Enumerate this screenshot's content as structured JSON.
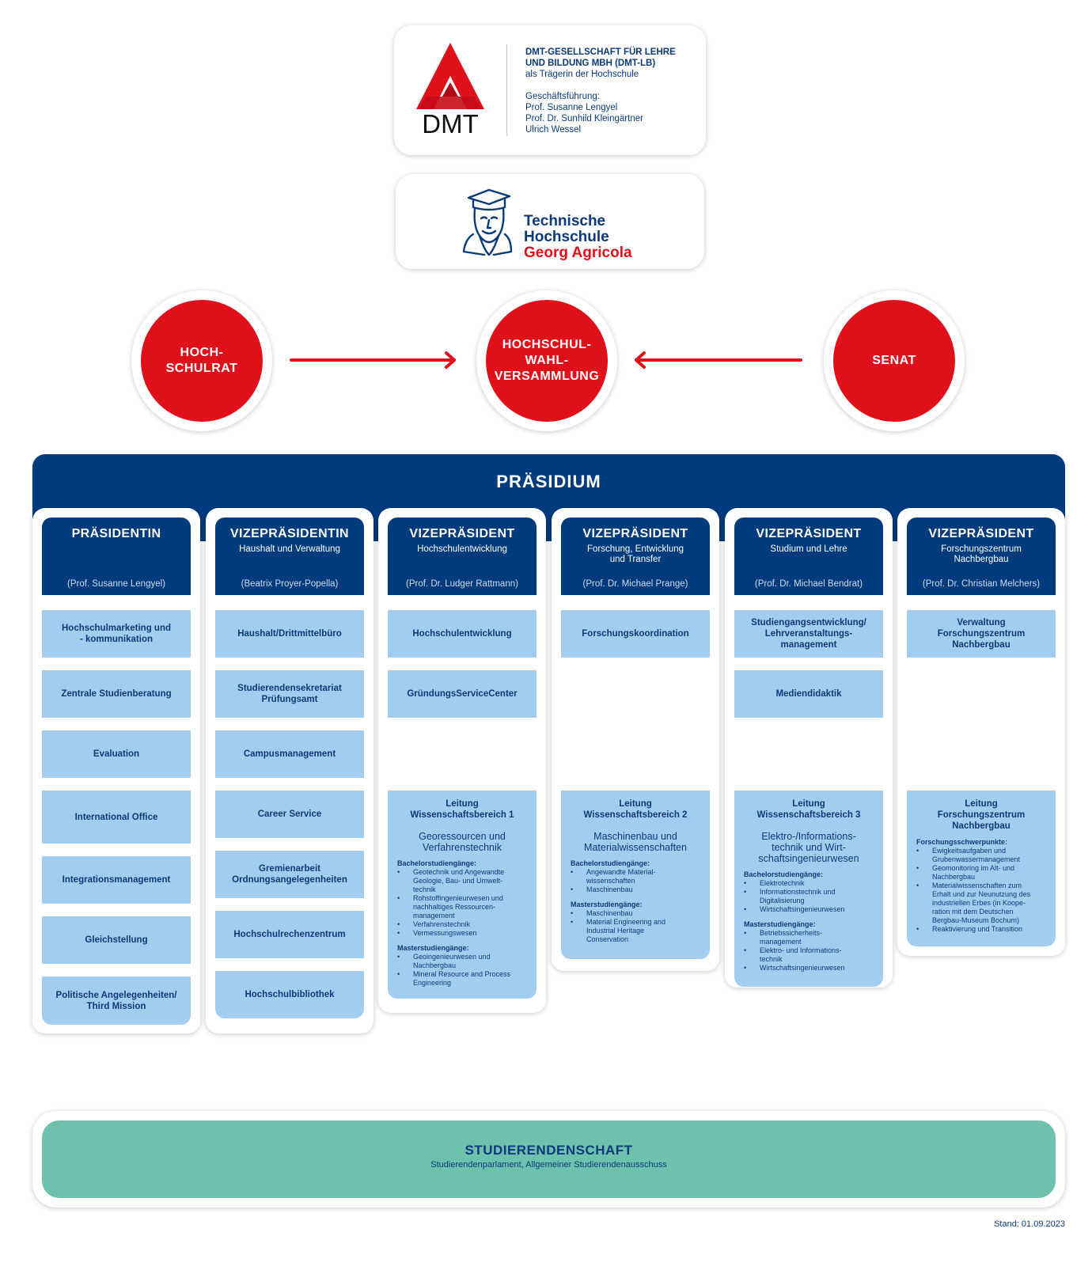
{
  "dmt": {
    "logo_text": "DMT",
    "name_line1": "DMT-GESELLSCHAFT FÜR LEHRE",
    "name_line2": "UND BILDUNG MBH (DMT-LB)",
    "role": "als Trägerin der Hochschule",
    "management_label": "Geschäftsführung:",
    "managers": [
      "Prof. Susanne Lengyel",
      "Prof. Dr. Sunhild Kleingärtner",
      "Ulrich Wessel"
    ]
  },
  "thga": {
    "line1": "Technische",
    "line2": "Hochschule",
    "line3": "Georg Agricola"
  },
  "bodies": {
    "hochschulrat": "HOCH-\nSCHULRAT",
    "wahlversammlung": "HOCHSCHUL-\nWAHL-\nVERSAMMLUNG",
    "senat": "SENAT"
  },
  "praesidium": {
    "title": "PRÄSIDIUM",
    "columns": [
      {
        "title": "PRÄSIDENTIN",
        "subtitle": "",
        "person": "(Prof. Susanne Lengyel)",
        "units": [
          "Hochschulmarketing und\n- kommunikation",
          "Zentrale Studienberatung",
          "Evaluation",
          "International Office",
          "Integrationsmanagement",
          "Gleichstellung",
          "Politische Angelegenheiten/\nThird Mission"
        ]
      },
      {
        "title": "VIZEPRÄSIDENTIN",
        "subtitle": "Haushalt und Verwaltung",
        "person": "(Beatrix Proyer-Popella)",
        "units": [
          "Haushalt/Drittmittelbüro",
          "Studierendensekretariat\nPrüfungsamt",
          "Campusmanagement",
          "Career Service",
          "Gremienarbeit\nOrdnungsangelegenheiten",
          "Hochschulrechenzentrum",
          "Hochschulbibliothek"
        ]
      },
      {
        "title": "VIZEPRÄSIDENT",
        "subtitle": "Hochschulentwicklung",
        "person": "(Prof. Dr. Ludger Rattmann)",
        "units": [
          "Hochschulentwicklung",
          "GründungsServiceCenter"
        ],
        "area": {
          "title": "Leitung\nWissenschaftsbereich 1",
          "description": "Georessourcen und\nVerfahrenstechnik",
          "sections": [
            {
              "heading": "Bachelorstudiengänge:",
              "items": [
                "Geotechnik und Angewandte\nGeologie, Bau- und Umwelt-\ntechnik",
                "Rohstoffingenieurwesen und\nnachhaltiges Ressourcen-\nmanagement",
                "Verfahrenstechnik",
                "Vermessungswesen"
              ]
            },
            {
              "heading": "Masterstudiengänge:",
              "items": [
                "Geoingenieurwesen und\nNachbergbau",
                "Mineral Resource and Process\nEngineering"
              ]
            }
          ]
        }
      },
      {
        "title": "VIZEPRÄSIDENT",
        "subtitle": "Forschung, Entwicklung\nund Transfer",
        "person": "(Prof. Dr. Michael Prange)",
        "units": [
          "Forschungskoordination"
        ],
        "area": {
          "title": "Leitung\nWissenschaftsbereich 2",
          "description": "Maschinenbau und\nMaterialwissenschaften",
          "sections": [
            {
              "heading": "Bachelorstudiengänge:",
              "items": [
                "Angewandte Material-\nwissenschaften",
                "Maschinenbau"
              ]
            },
            {
              "heading": "Masterstudiengänge:",
              "items": [
                "Maschinenbau",
                "Material Engineering and\nIndustrial Heritage\nConservation"
              ]
            }
          ]
        }
      },
      {
        "title": "VIZEPRÄSIDENT",
        "subtitle": "Studium und Lehre",
        "person": "(Prof. Dr. Michael Bendrat)",
        "units": [
          "Studiengangsentwicklung/\nLehrveranstaltungs-\nmanagement",
          "Mediendidaktik"
        ],
        "area": {
          "title": "Leitung\nWissenschaftsbereich 3",
          "description": "Elektro-/Informations-\ntechnik und Wirt-\nschaftsingenieurwesen",
          "sections": [
            {
              "heading": "Bachelorstudiengänge:",
              "items": [
                "Elektrotechnik",
                "Informationstechnik und\nDigitalisierung",
                "Wirtschaftsingenieurwesen"
              ]
            },
            {
              "heading": "Masterstudiengänge:",
              "items": [
                "Betriebssicherheits-\nmanagement",
                "Elektro- und Informations-\ntechnik",
                "Wirtschaftsingenieurwesen"
              ]
            }
          ]
        }
      },
      {
        "title": "VIZEPRÄSIDENT",
        "subtitle": "Forschungszentrum\nNachbergbau",
        "person": "(Prof. Dr. Christian Melchers)",
        "units": [
          "Verwaltung\nForschungszentrum\nNachbergbau"
        ],
        "area": {
          "title": "Leitung\nForschungszentrum\nNachbergbau",
          "description": "",
          "sections": [
            {
              "heading": "Forschungsschwerpunkte:",
              "items": [
                "Ewigkeitsaufgaben und\nGrubenwassermanagement",
                "Geomonitoring im Alt- und\nNachbergbau",
                "Materialwissenschaften zum\nErhalt und zur Neunutzung des\nindustriellen Erbes (in Koope-\nration mit dem Deutschen\nBergbau-Museum Bochum)",
                "Reaktivierung und Transition"
              ]
            }
          ]
        }
      }
    ]
  },
  "studierendenschaft": {
    "title": "STUDIERENDENSCHAFT",
    "subtitle": "Studierendenparlament, Allgemeiner Studierendenausschuss"
  },
  "stand": "Stand: 01.09.2023",
  "colors": {
    "navy": "#003b7e",
    "red": "#e0101b",
    "light_blue": "#a3cdee",
    "green": "#6dc1ad"
  }
}
